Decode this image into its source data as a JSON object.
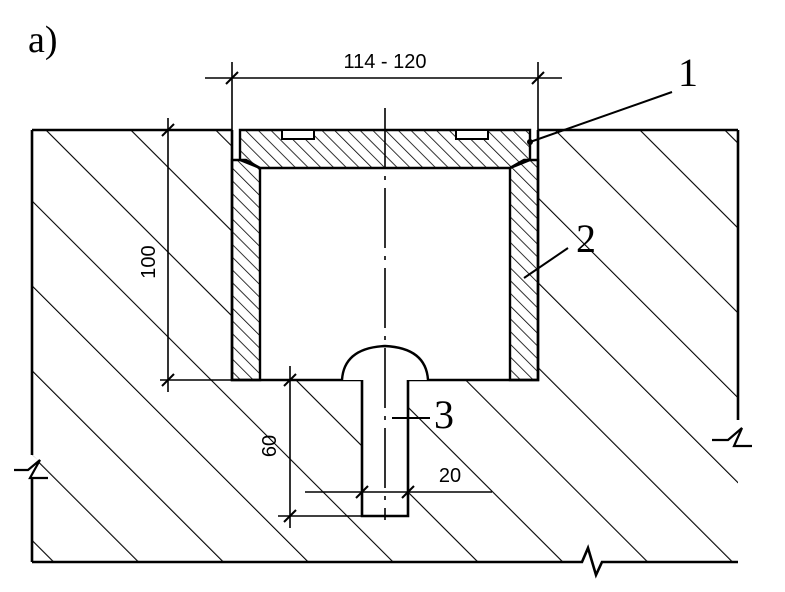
{
  "figure": {
    "panel_label": "a)",
    "dimensions": {
      "width": "114 - 120",
      "depth": "100",
      "anchor_length": "60",
      "anchor_diameter": "20"
    },
    "callouts": [
      "1",
      "2",
      "3"
    ]
  },
  "colors": {
    "ink": "#000000",
    "paper": "#ffffff"
  }
}
